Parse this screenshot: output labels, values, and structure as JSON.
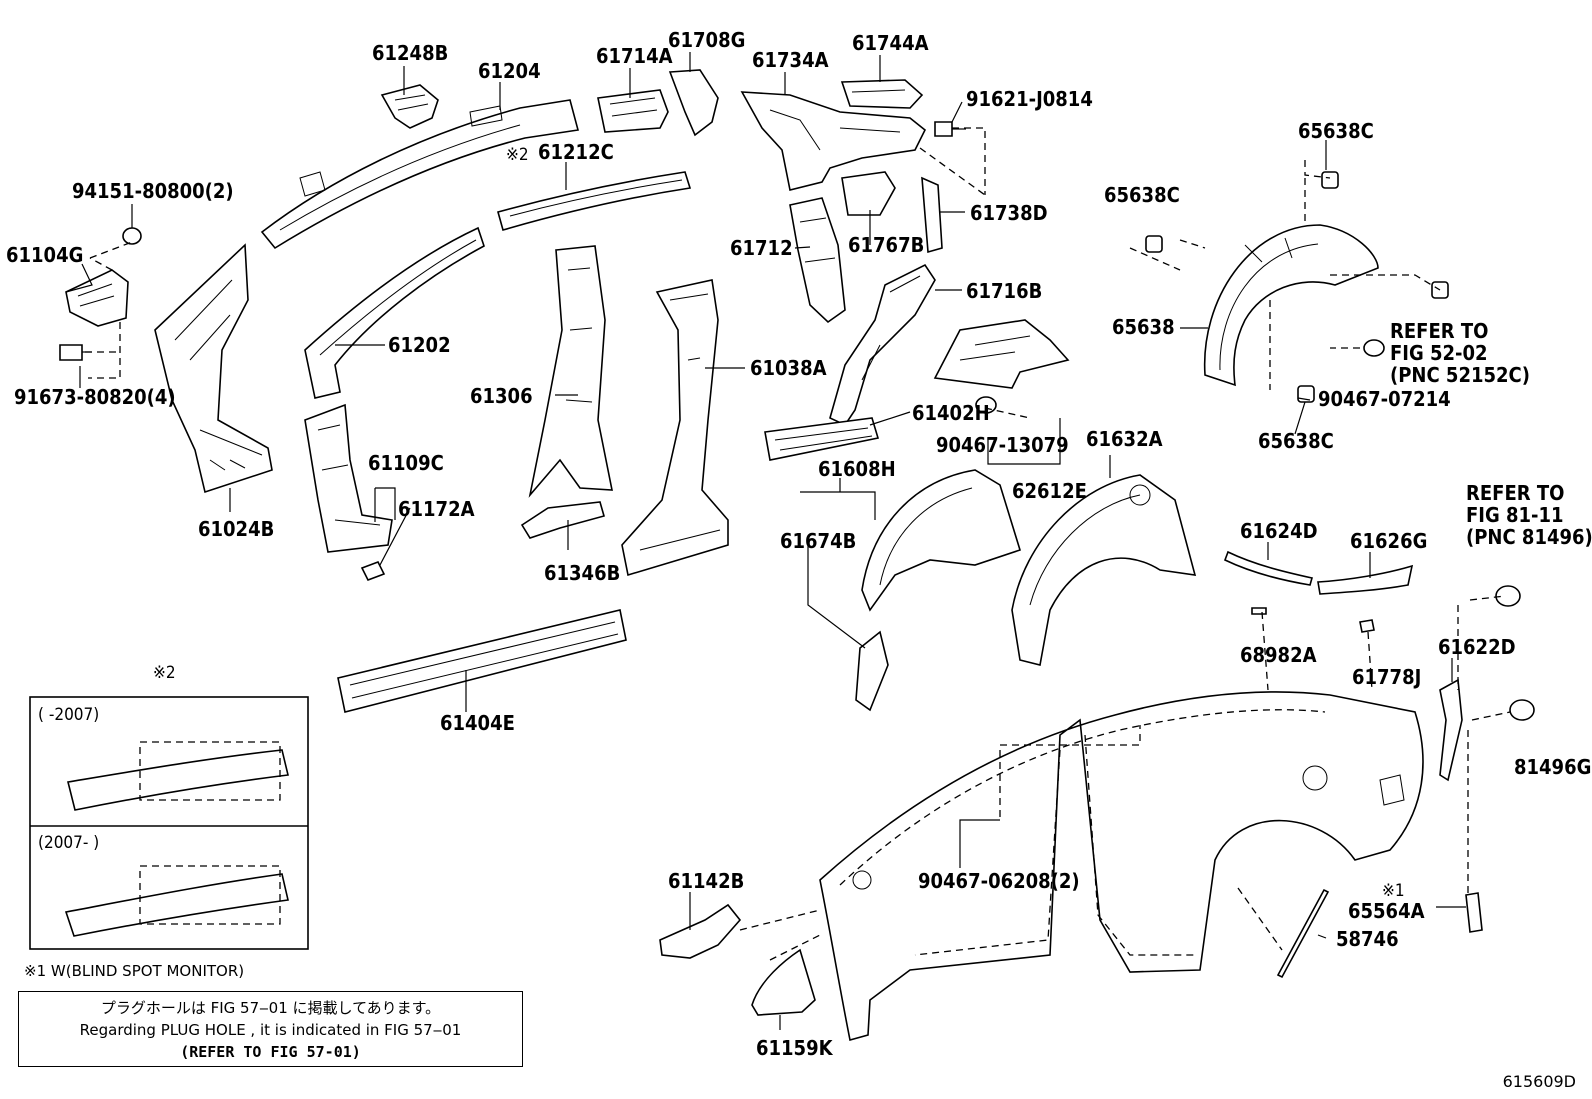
{
  "labels": {
    "p61248B": "61248B",
    "p61204": "61204",
    "p61714A": "61714A",
    "p61708G": "61708G",
    "p61734A": "61734A",
    "p61744A": "61744A",
    "p91621J0814": "91621-J0814",
    "p65638C_top": "65638C",
    "p65638C_left": "65638C",
    "p65638": "65638",
    "p65638C_bottom": "65638C",
    "p90467_07214": "90467-07214",
    "p61212C": "61212C",
    "p94151_80800": "94151-80800(2)",
    "p61104G": "61104G",
    "p91673_80820": "91673-80820(4)",
    "p61024B": "61024B",
    "p61202": "61202",
    "p61712": "61712",
    "p61767B": "61767B",
    "p61738D": "61738D",
    "p61716B": "61716B",
    "p61306": "61306",
    "p61038A": "61038A",
    "p61402H": "61402H",
    "p90467_13079": "90467-13079",
    "p62612E": "62612E",
    "p61109C": "61109C",
    "p61172A": "61172A",
    "p61346B": "61346B",
    "p61608H": "61608H",
    "p61674B": "61674B",
    "p61632A": "61632A",
    "p61624D": "61624D",
    "p61626G": "61626G",
    "p68982A": "68982A",
    "p61778J": "61778J",
    "p61622D": "61622D",
    "p81496G": "81496G",
    "p61404E": "61404E",
    "p90467_06208": "90467-06208(2)",
    "p61142B": "61142B",
    "p61159K": "61159K",
    "p65564A": "65564A",
    "p58746": "58746",
    "mark1": "※1",
    "mark2_a": "※2",
    "mark2_b": "※2"
  },
  "refer_52": {
    "l1": "REFER TO",
    "l2": "FIG 52-02",
    "l3": "(PNC 52152C)"
  },
  "refer_81": {
    "l1": "REFER TO",
    "l2": "FIG 81-11",
    "l3": "(PNC 81496)"
  },
  "inset": {
    "range_a": "(     -2007)",
    "range_b": "(2007-     )"
  },
  "footnote": "※1 W(BLIND SPOT MONITOR)",
  "note": {
    "line1": "プラグホールは FIG 57‒01 に掲載してあります。",
    "line2": "Regarding  PLUG  HOLE , it is indicated in  FIG  57‒01",
    "line3": "(REFER TO FIG 57-01)"
  },
  "ref_id": "615609D"
}
